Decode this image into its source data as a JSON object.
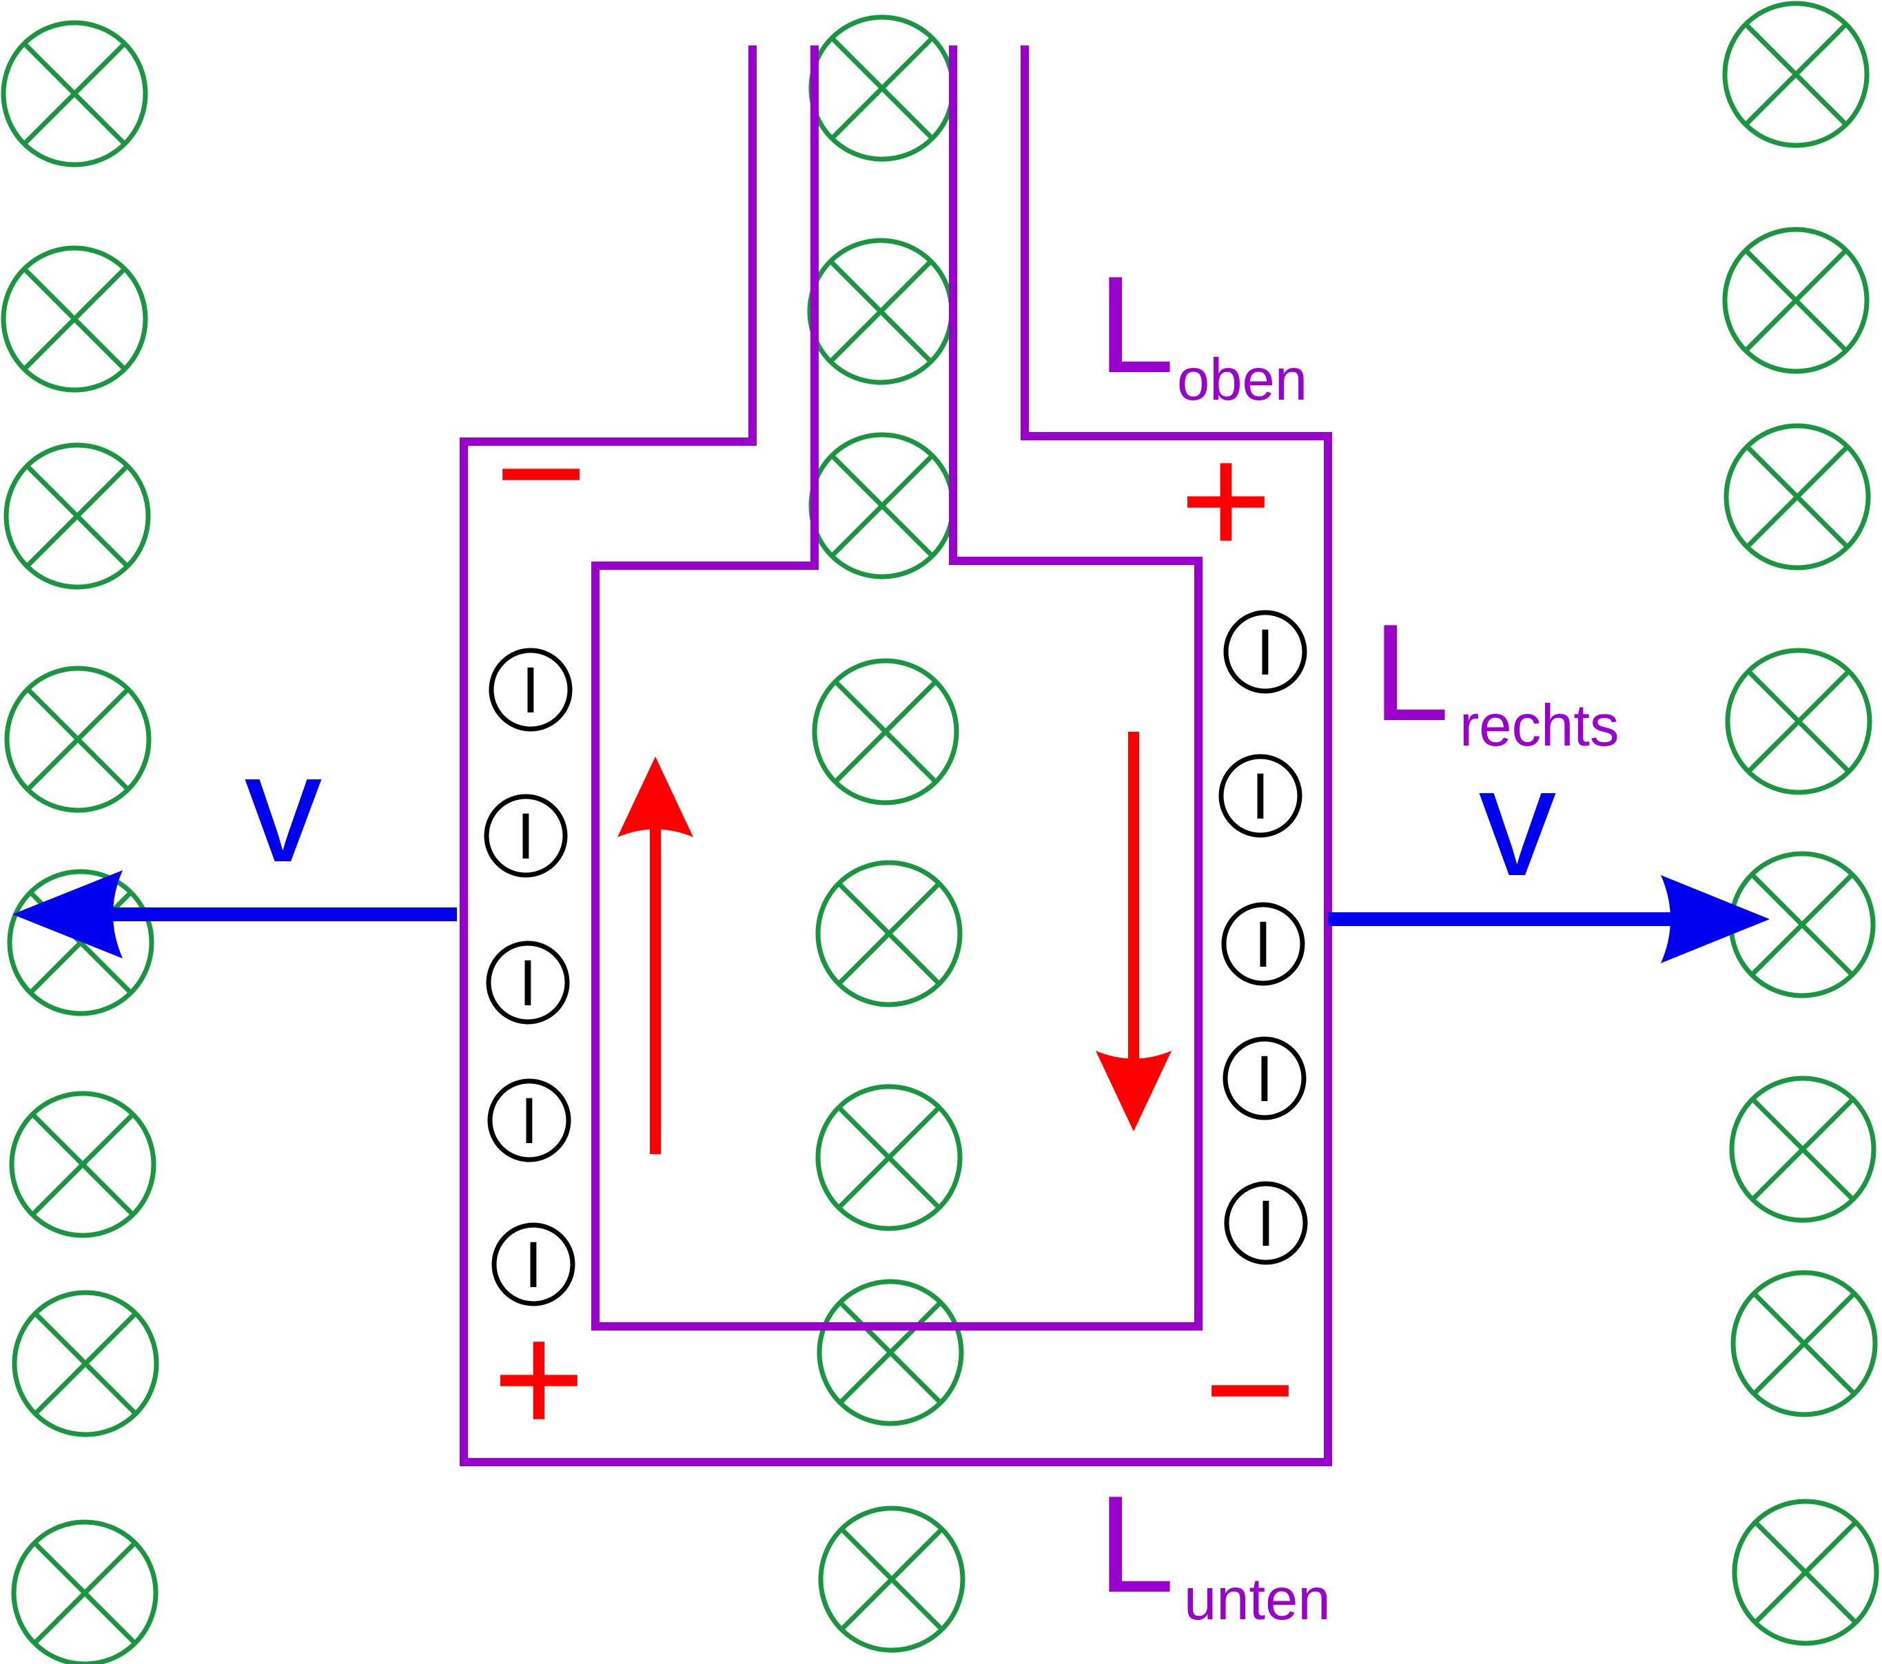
{
  "colors": {
    "field": "#1a9641",
    "wire": "#9900cc",
    "charge": "#ff0000",
    "current_arrow": "#ff0000",
    "velocity": "#0000ee",
    "electron": "#000000"
  },
  "icons": {
    "field": "field-into-page-icon",
    "electron": "electron-icon",
    "positive": "plus-sign-icon",
    "negative": "minus-sign-icon"
  },
  "labels": {
    "velocity_left": "v",
    "velocity_right": "v",
    "l_oben_main": "L",
    "l_oben_sub": "oben",
    "l_rechts_main": "L",
    "l_rechts_sub": "rechts",
    "l_unten_main": "L",
    "l_unten_sub": "unten"
  },
  "charges": {
    "top_left": "−",
    "top_right": "+",
    "bottom_left": "+",
    "bottom_right": "−"
  },
  "electron_symbol": "I"
}
